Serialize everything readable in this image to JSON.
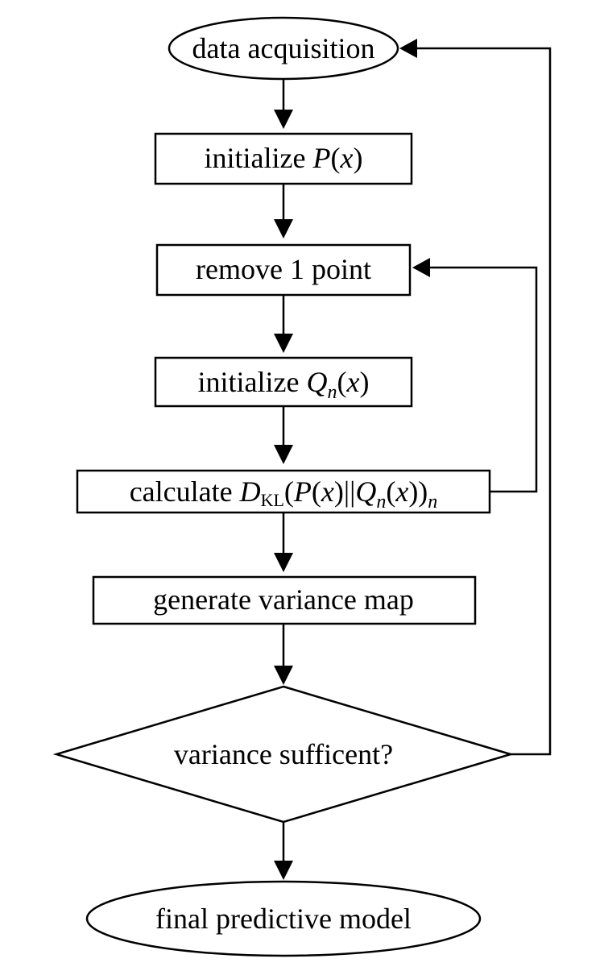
{
  "flowchart": {
    "start": {
      "label": "data acquisition"
    },
    "init_p": {
      "prefix": "initialize ",
      "func": "P",
      "arg": "(",
      "var": "x",
      "close": ")"
    },
    "remove": {
      "label": "remove 1 point"
    },
    "init_q": {
      "prefix": "initialize ",
      "func": "Q",
      "sub": "n",
      "arg": "(",
      "var": "x",
      "close": ")"
    },
    "calc": {
      "prefix": "calculate ",
      "func": "D",
      "sub": "KL",
      "open": "(",
      "p": "P",
      "p_arg": "(",
      "p_var": "x",
      "p_close": ")",
      "sep": "||",
      "q": "Q",
      "q_sub": "n",
      "q_arg": "(",
      "q_var": "x",
      "q_close": "))",
      "outer_sub": "n"
    },
    "variance_map": {
      "label": "generate variance map"
    },
    "decision": {
      "label": "variance sufficent?"
    },
    "end": {
      "label": "final predictive model"
    }
  }
}
